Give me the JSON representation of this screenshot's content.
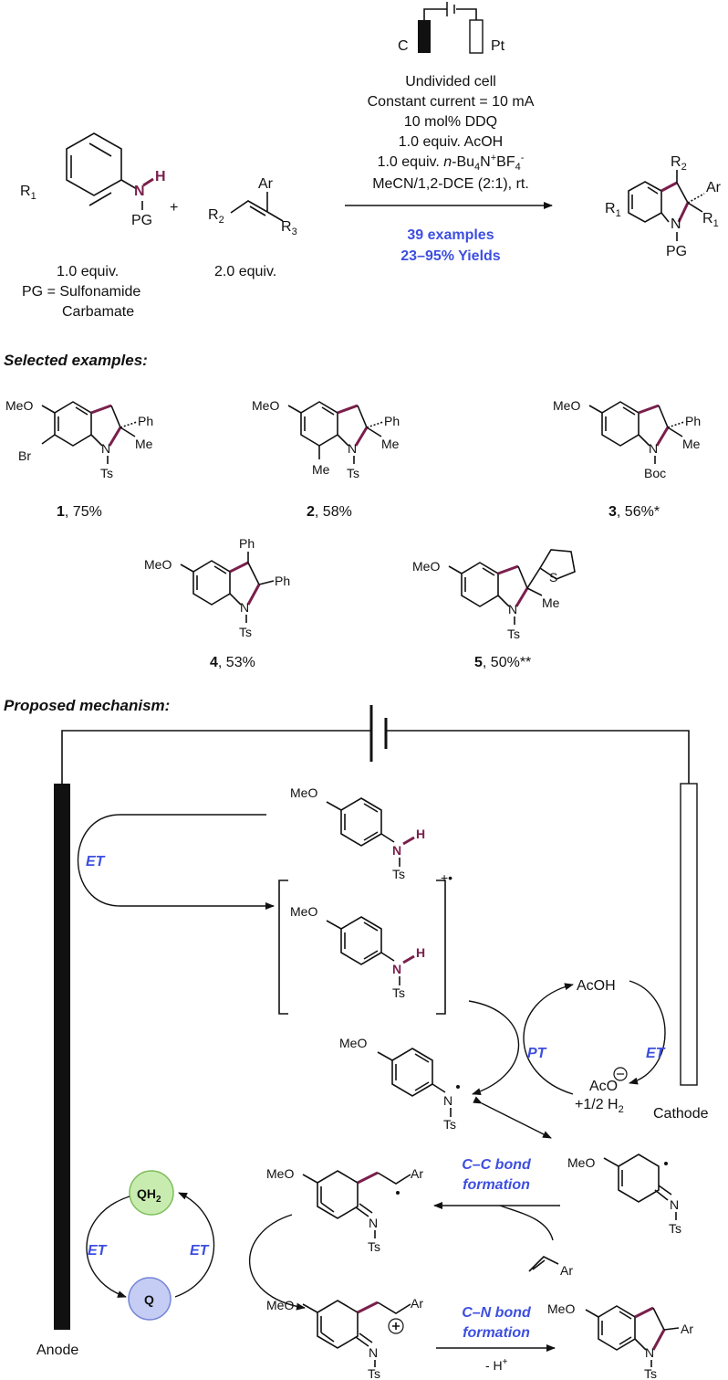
{
  "reaction": {
    "electrode_c": "C",
    "electrode_pt": "Pt",
    "conditions": [
      "Undivided cell",
      "Constant current = 10 mA",
      "10 mol% DDQ",
      "1.0 equiv. AcOH",
      "1.0 equiv. n-Bu4N+BF4-",
      "MeCN/1,2-DCE (2:1), rt."
    ],
    "examples_count": "39 examples",
    "yields_range": "23–95% Yields",
    "reactant1_equiv": "1.0 equiv.",
    "reactant1_pg": "PG = Sulfonamide",
    "reactant1_pg2": "Carbamate",
    "reactant2_equiv": "2.0 equiv.",
    "plus": "+"
  },
  "selected": {
    "heading": "Selected examples:",
    "items": [
      {
        "num": "1",
        "yield": ", 75%"
      },
      {
        "num": "2",
        "yield": ", 58%"
      },
      {
        "num": "3",
        "yield": ", 56%*"
      },
      {
        "num": "4",
        "yield": ", 53%"
      },
      {
        "num": "5",
        "yield": ", 50%**"
      }
    ]
  },
  "mechanism": {
    "heading": "Proposed mechanism:",
    "anode": "Anode",
    "cathode": "Cathode",
    "et": "ET",
    "pt": "PT",
    "acoh": "AcOH",
    "aco": "AcO",
    "h2": "+1/2 H",
    "cc_bond_1": "C–C bond",
    "cc_bond_2": "formation",
    "cn_bond_1": "C–N bond",
    "cn_bond_2": "formation",
    "minus_h": "- H",
    "qh2": "QH",
    "q": "Q",
    "ar": "Ar"
  },
  "colors": {
    "accent_blue": "#3d4fe0",
    "bond_purple": "#7a1f4c",
    "qh2_fill": "#c8ecb0",
    "q_fill": "#c5cdf5"
  }
}
